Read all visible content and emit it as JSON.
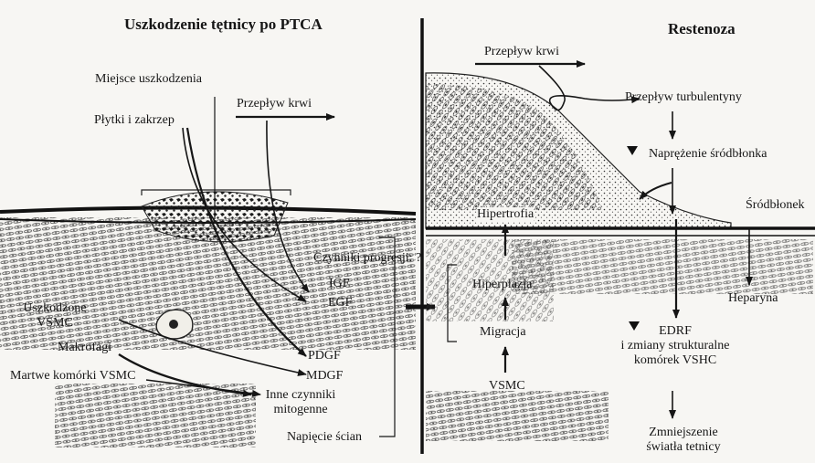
{
  "titles": {
    "left": "Uszkodzenie tętnicy po PTCA",
    "right": "Restenoza"
  },
  "left_labels": {
    "injury_site": "Miejsce uszkodzenia",
    "platelets_thrombus": "Płytki i zakrzep",
    "blood_flow": "Przepływ krwi",
    "progression_factors": "Czynniki progresji: ?",
    "igf": "IGF",
    "egf": "EGF",
    "damaged_vsmc_line1": "Uszkodzone",
    "damaged_vsmc_line2": "VSMC",
    "macrophages": "Makrofagi",
    "dead_vsmc": "Martwe komórki VSMC",
    "pdgf": "PDGF",
    "mdgf": "MDGF",
    "other_mitogens_line1": "Inne czynniki",
    "other_mitogens_line2": "mitogenne",
    "wall_tension": "Napięcie ścian"
  },
  "right_labels": {
    "blood_flow": "Przepływ krwi",
    "turbulent_flow": "Przepływ turbulentyny",
    "endothelial_stress": "Naprężenie śródbłonka",
    "endothelium": "Śródbłonek",
    "hypertrophy": "Hipertrofia",
    "hyperplasia": "Hiperplazja",
    "migration": "Migracja",
    "vsmc": "VSMC",
    "heparin": "Heparyna",
    "edrf_line1": "EDRF",
    "edrf_line2": "i zmiany strukturalne",
    "edrf_line3": "komórek VSHC",
    "lumen_line1": "Zmniejszenie",
    "lumen_line2": "światła tetnicy"
  }
}
